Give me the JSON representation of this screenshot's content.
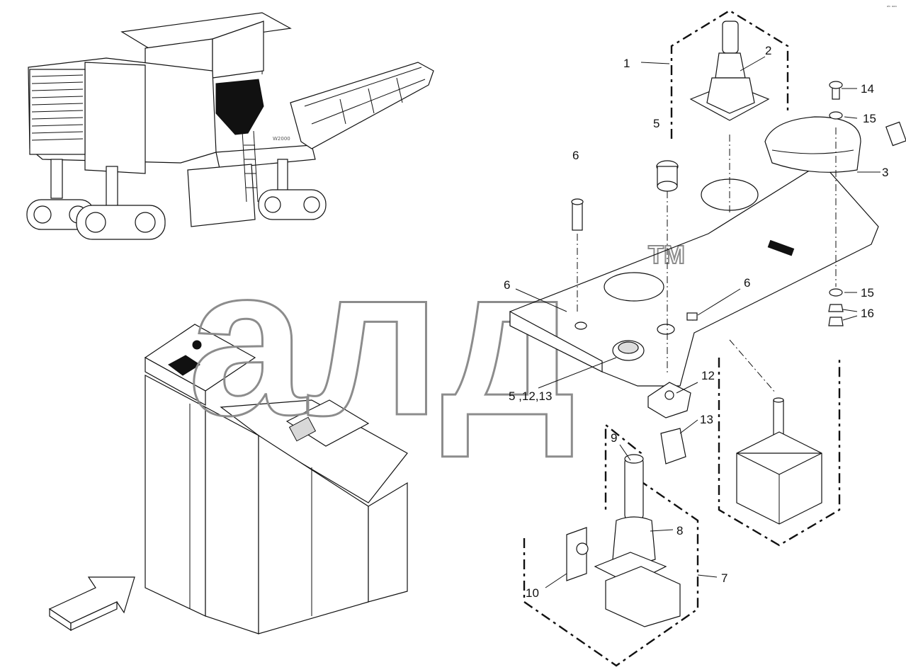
{
  "watermark": {
    "text": "алд",
    "trademark": "TM"
  },
  "corner_mark": "ᵃᵇ ᵃᵃᵃ",
  "machine": {
    "model_plate": "W2000"
  },
  "callouts": [
    {
      "id": "c1",
      "text": "1"
    },
    {
      "id": "c2",
      "text": "2"
    },
    {
      "id": "c3",
      "text": "3"
    },
    {
      "id": "c5",
      "text": "5"
    },
    {
      "id": "c5b",
      "text": "5 ,12,13"
    },
    {
      "id": "c6a",
      "text": "6"
    },
    {
      "id": "c6b",
      "text": "6"
    },
    {
      "id": "c6c",
      "text": "6"
    },
    {
      "id": "c7",
      "text": "7"
    },
    {
      "id": "c8",
      "text": "8"
    },
    {
      "id": "c9",
      "text": "9"
    },
    {
      "id": "c10",
      "text": "10"
    },
    {
      "id": "c12",
      "text": "12"
    },
    {
      "id": "c13",
      "text": "13"
    },
    {
      "id": "c14",
      "text": "14"
    },
    {
      "id": "c15a",
      "text": "15"
    },
    {
      "id": "c15b",
      "text": "15"
    },
    {
      "id": "c16",
      "text": "16"
    }
  ]
}
